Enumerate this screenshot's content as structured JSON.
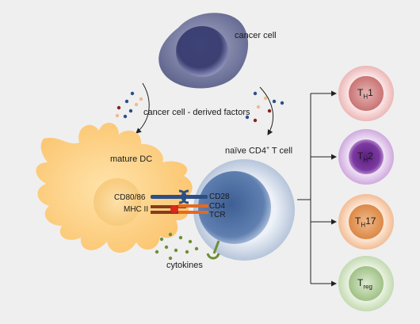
{
  "labels": {
    "cancer_cell": "cancer cell",
    "derived_factors": "cancer cell - derived factors",
    "mature_dc": "mature DC",
    "naive_t_cell": "naïve CD4",
    "naive_t_cell_sup": "+",
    "naive_t_cell_suffix": " T cell",
    "cd80_86": "CD80/86",
    "mhc_ii": "MHC II",
    "cd28": "CD28",
    "cd4": "CD4",
    "tcr": "TCR",
    "cytokines": "cytokines"
  },
  "subsets": [
    {
      "main": "T",
      "sub": "H",
      "suffix": "1",
      "fill": "#e7a7a7",
      "core": "#c56b6b"
    },
    {
      "main": "T",
      "sub": "H",
      "suffix": "2",
      "fill": "#c89ad8",
      "core": "#6c2e8c"
    },
    {
      "main": "T",
      "sub": "H",
      "suffix": "17",
      "fill": "#f1b98f",
      "core": "#d98548"
    },
    {
      "main": "T",
      "sub": "reg",
      "suffix": "",
      "fill": "#bcd7a8",
      "core": "#93b877"
    }
  ],
  "colors": {
    "cancer_cell": "#5a5f8a",
    "dc": "#fbc974",
    "t_cell": "#b7c7dd",
    "cd28_blue": "#2c4f87",
    "mhc_brown": "#8a3a1c",
    "tcr_orange": "#e36a20",
    "cytokine_green": "#6f8e37"
  }
}
